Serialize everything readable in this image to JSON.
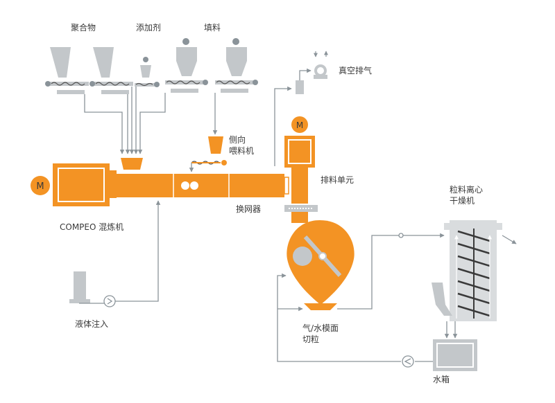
{
  "labels": {
    "polymer": "聚合物",
    "additive": "添加剂",
    "filler": "填料",
    "vacuum": "真空排气",
    "side_feeder_1": "侧向",
    "side_feeder_2": "喂料机",
    "discharge": "排料单元",
    "screen_changer": "换网器",
    "compounder": "COMPEO 混炼机",
    "dryer_1": "粒料离心",
    "dryer_2": "干燥机",
    "liquid": "液体注入",
    "pelletizer_1": "气/水模面",
    "pelletizer_2": "切粒",
    "tank": "水箱",
    "motor_symbol": "M"
  },
  "colors": {
    "orange": "#F39324",
    "gray_line": "#8A9399",
    "gray_fill": "#C3C7CA",
    "light_gray": "#D9DCDE",
    "text": "#3A3A3A"
  }
}
